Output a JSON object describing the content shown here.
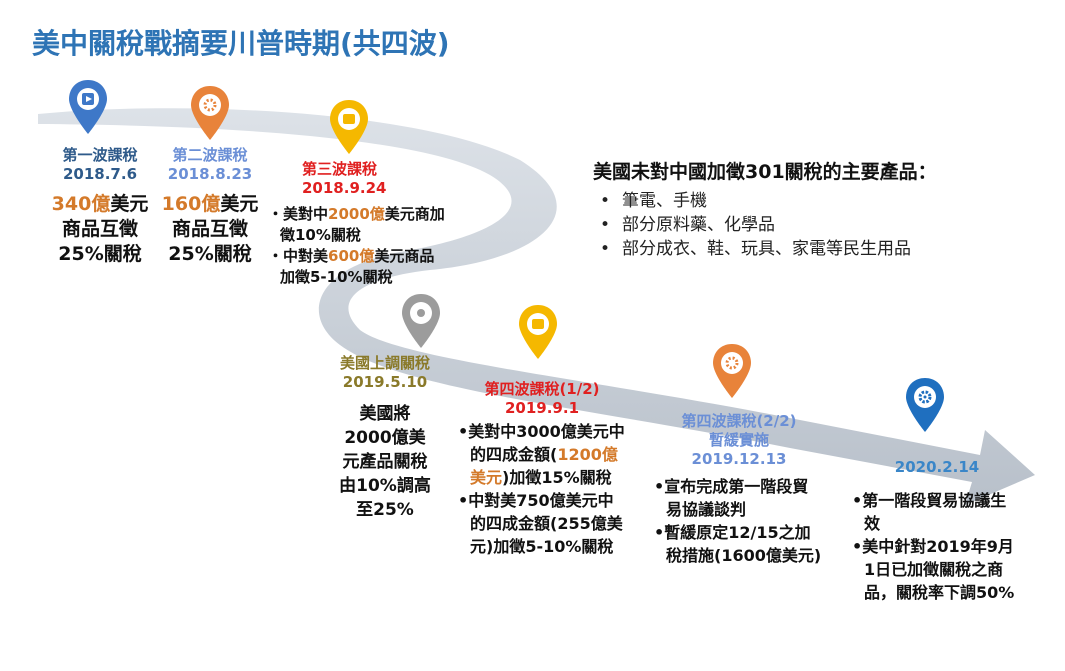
{
  "title": "美中關稅戰摘要川普時期(共四波)",
  "colors": {
    "road": "#c9d0d9",
    "pin_blue": "#3e78c8",
    "pin_orange": "#e8833a",
    "pin_yellow": "#f5b800",
    "pin_gray": "#9c9c9c",
    "title_blue": "#2e74b5"
  },
  "stages": [
    {
      "id": "wave1",
      "label": "第一波課稅",
      "date": "2018.7.6",
      "amount": "340億",
      "amount_suffix": "美元",
      "lines": [
        "商品互徵",
        "25%關稅"
      ],
      "pin_icon": "play-icon"
    },
    {
      "id": "wave2",
      "label": "第二波課稅",
      "date": "2018.8.23",
      "amount": "160億",
      "amount_suffix": "美元",
      "lines": [
        "商品互徵",
        "25%關稅"
      ],
      "pin_icon": "cog-icon"
    },
    {
      "id": "wave3",
      "label": "第三波課稅",
      "date": "2018.9.24",
      "bullets": [
        {
          "pre": "美對中",
          "hl": "2000億",
          "post": "美元商加徵10%關稅"
        },
        {
          "pre": "中對美",
          "hl": "600億",
          "post": "美元商品加徵5-10%關稅"
        }
      ],
      "pin_icon": "box-icon"
    },
    {
      "id": "us-raise",
      "label": "美國上調關稅",
      "date": "2019.5.10",
      "lines": [
        "美國將",
        "2000億美",
        "元產品關稅",
        "由10%調高",
        "至25%"
      ],
      "pin_icon": "pin-icon"
    },
    {
      "id": "wave4a",
      "label": "第四波課稅(1/2)",
      "date": "2019.9.1",
      "bullets": [
        {
          "pre": "美對中3000億美元中的四成金額(",
          "hl": "1200億美元",
          "post": ")加徵15%關稅"
        },
        {
          "pre": "中對美750億美元中的四成金額(255億美元)加徵5-10%關稅",
          "hl": "",
          "post": ""
        }
      ],
      "pin_icon": "box-icon"
    },
    {
      "id": "wave4b",
      "label": "第四波課稅(2/2)",
      "label2": "暫緩實施",
      "date": "2019.12.13",
      "bullets": [
        {
          "pre": "宣布完成第一階段貿易協議談判",
          "hl": "",
          "post": ""
        },
        {
          "pre": "暫緩原定12/15之加稅措施(1600億美元)",
          "hl": "",
          "post": ""
        }
      ],
      "pin_icon": "cog-icon"
    },
    {
      "id": "final",
      "label": "",
      "date": "2020.2.14",
      "bullets": [
        {
          "pre": "第一階段貿易協議生效",
          "hl": "",
          "post": ""
        },
        {
          "pre": "美中針對2019年9月1日已加徵關稅之商品，關稅率下調50%",
          "hl": "",
          "post": ""
        }
      ],
      "pin_icon": "gear-icon"
    }
  ],
  "products": {
    "title": "美國未對中國加徵301關稅的主要產品：",
    "items": [
      "筆電、手機",
      "部分原料藥、化學品",
      "部分成衣、鞋、玩具、家電等民生用品"
    ]
  }
}
